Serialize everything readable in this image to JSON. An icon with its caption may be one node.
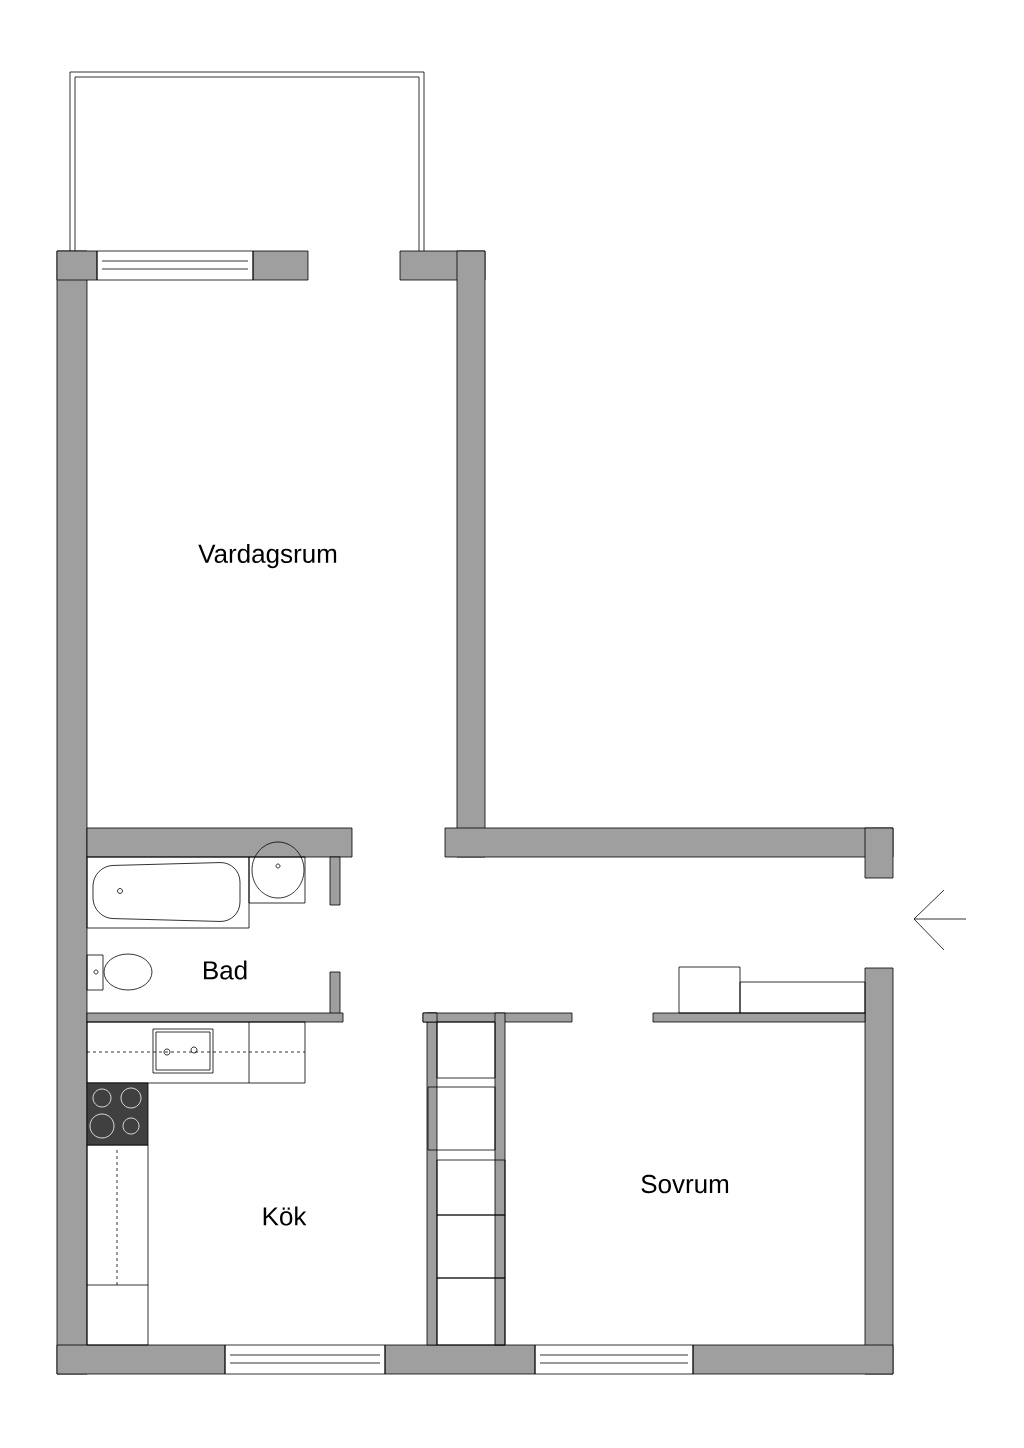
{
  "diagram": {
    "labels": [
      "Vardagsrum",
      "Bad",
      "Kök",
      "Sovrum"
    ]
  }
}
